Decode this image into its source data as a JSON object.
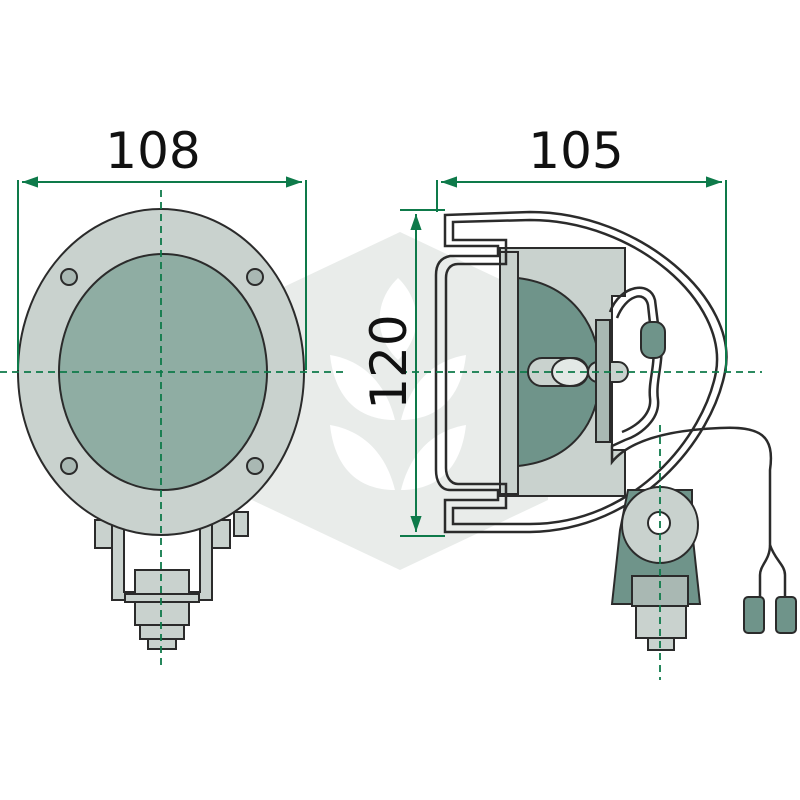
{
  "dimensions": {
    "width_front": "108",
    "depth_side": "105",
    "height_side": "120"
  },
  "colors": {
    "outline": "#2b2b2b",
    "body_fill": "#c9d2ce",
    "lens_fill": "#8fada3",
    "dark_fill": "#6f948a",
    "dimension_green": "#0e7a4a",
    "watermark": "#e9ecea"
  },
  "icons": {
    "watermark": "wheat-leaf-watermark-icon"
  }
}
